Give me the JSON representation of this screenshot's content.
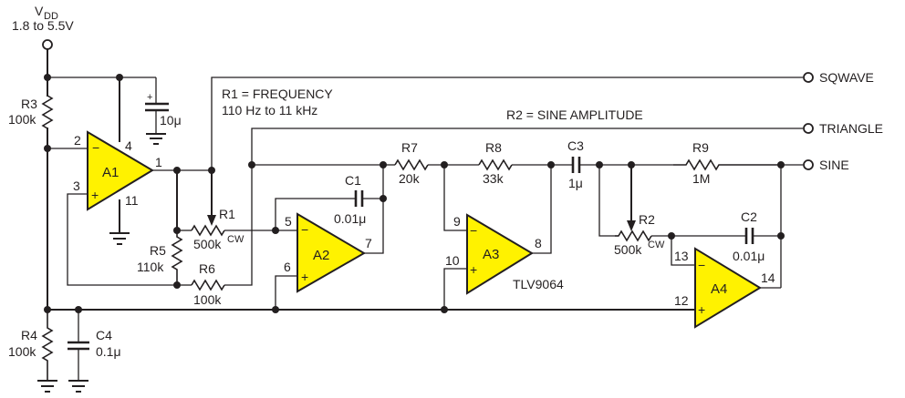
{
  "supply": {
    "name": "V",
    "subscript": "DD",
    "range": "1.8 to 5.5V"
  },
  "notes": {
    "r1_line1": "R1 = FREQUENCY",
    "r1_line2": "110 Hz to 11 kHz",
    "r2": "R2 = SINE AMPLITUDE"
  },
  "outputs": {
    "sqwave": "SQWAVE",
    "triangle": "TRIANGLE",
    "sine": "SINE"
  },
  "part_number": "TLV9064",
  "resistors": {
    "R1": {
      "name": "R1",
      "value": "500k",
      "marker": "CW"
    },
    "R2": {
      "name": "R2",
      "value": "500k",
      "marker": "CW"
    },
    "R3": {
      "name": "R3",
      "value": "100k"
    },
    "R4": {
      "name": "R4",
      "value": "100k"
    },
    "R5": {
      "name": "R5",
      "value": "110k"
    },
    "R6": {
      "name": "R6",
      "value": "100k"
    },
    "R7": {
      "name": "R7",
      "value": "20k"
    },
    "R8": {
      "name": "R8",
      "value": "33k"
    },
    "R9": {
      "name": "R9",
      "value": "1M"
    }
  },
  "capacitors": {
    "C1": {
      "name": "C1",
      "value": "0.01μ"
    },
    "C2": {
      "name": "C2",
      "value": "0.01μ"
    },
    "C3": {
      "name": "C3",
      "value": "1μ"
    },
    "C4": {
      "name": "C4",
      "value": "0.1μ"
    },
    "CBYP": {
      "polarity": "+",
      "value": "10μ"
    }
  },
  "opamps": {
    "A1": {
      "name": "A1",
      "inv_pin": "2",
      "noninv_pin": "3",
      "out_pin": "1",
      "vplus_pin": "4",
      "vminus_pin": "11"
    },
    "A2": {
      "name": "A2",
      "inv_pin": "5",
      "noninv_pin": "6",
      "out_pin": "7"
    },
    "A3": {
      "name": "A3",
      "inv_pin": "9",
      "noninv_pin": "10",
      "out_pin": "8"
    },
    "A4": {
      "name": "A4",
      "inv_pin": "13",
      "noninv_pin": "12",
      "out_pin": "14"
    }
  },
  "symbols": {
    "minus": "−",
    "plus": "+"
  },
  "colors": {
    "opamp_fill": "#fff200",
    "ink": "#231f20"
  }
}
